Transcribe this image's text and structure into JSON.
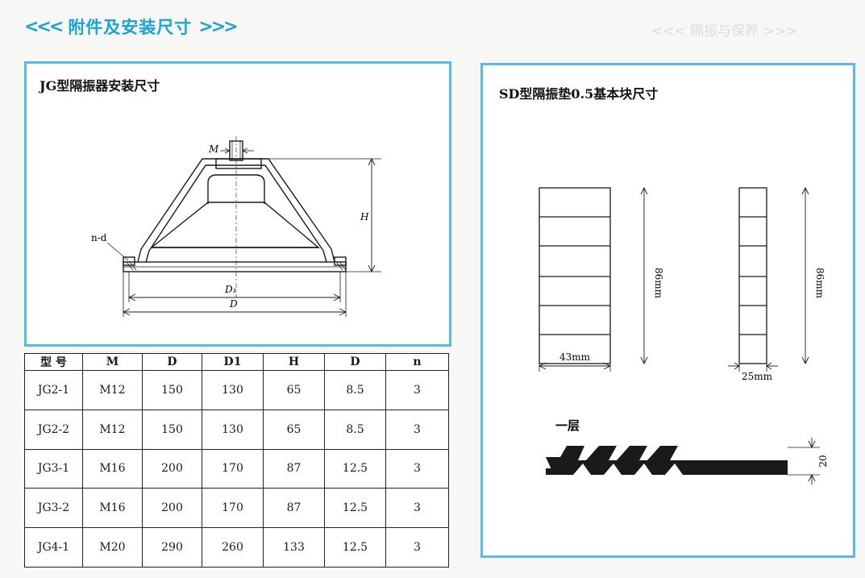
{
  "header": {
    "left_arrows": "<<<",
    "title": "附件及安装尺寸",
    "right_arrows": ">>>"
  },
  "background": {
    "section_title": "<<< 隔振与保养 >>>"
  },
  "jg_panel": {
    "title": "JG型隔振器安装尺寸",
    "labels": {
      "m": "M",
      "d": "D",
      "d1": "D₁",
      "h": "H",
      "nd": "n-d"
    }
  },
  "specs_table": {
    "headers": [
      "型 号",
      "M",
      "D",
      "D1",
      "H",
      "D",
      "n"
    ],
    "rows": [
      [
        "JG2-1",
        "M12",
        "150",
        "130",
        "65",
        "8.5",
        "3"
      ],
      [
        "JG2-2",
        "M12",
        "150",
        "130",
        "65",
        "8.5",
        "3"
      ],
      [
        "JG3-1",
        "M16",
        "200",
        "170",
        "87",
        "12.5",
        "3"
      ],
      [
        "JG3-2",
        "M16",
        "200",
        "170",
        "87",
        "12.5",
        "3"
      ],
      [
        "JG4-1",
        "M20",
        "290",
        "260",
        "133",
        "12.5",
        "3"
      ]
    ]
  },
  "sd_panel": {
    "title": "SD型隔振垫0.5基本块尺寸",
    "block_large": {
      "height_label": "86mm",
      "width_label": "43mm"
    },
    "block_small": {
      "height_label": "86mm",
      "width_label": "25mm"
    },
    "layer_label": "一层",
    "layer_thickness": "20"
  }
}
